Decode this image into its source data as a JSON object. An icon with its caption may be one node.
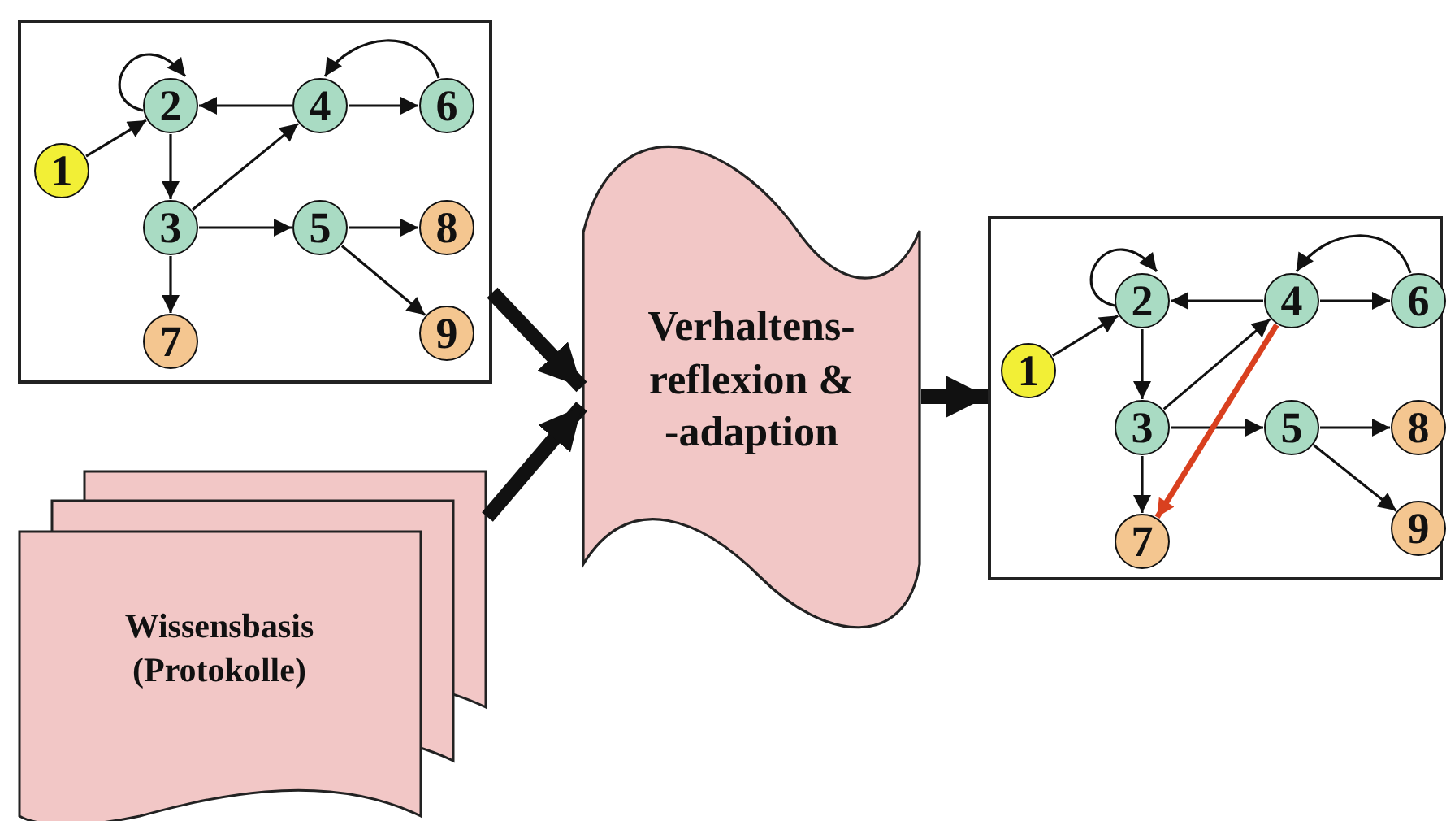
{
  "diagram": {
    "nodes": [
      {
        "text": [],
        "shape": "box"
      },
      {
        "text": [
          "1"
        ],
        "in": 0
      },
      {
        "text": [
          "2"
        ],
        "in": 0
      },
      {
        "text": [
          "4"
        ],
        "in": 0
      },
      {
        "text": [
          "6"
        ],
        "in": 0
      },
      {
        "text": [
          "3"
        ],
        "in": 0
      },
      {
        "text": [
          "5"
        ],
        "in": 0
      },
      {
        "text": [
          "8"
        ],
        "in": 0
      },
      {
        "text": [
          "7"
        ],
        "in": 0
      },
      {
        "text": [
          "9"
        ],
        "in": 0
      },
      {
        "text": [
          "Verhaltens- reflexion & -adaption"
        ]
      },
      {
        "text": [],
        "shape": "box"
      },
      {
        "text": [
          "1"
        ],
        "in": 11
      },
      {
        "text": [
          "2"
        ],
        "in": 11
      },
      {
        "text": [
          "4"
        ],
        "in": 11
      },
      {
        "text": [
          "6"
        ],
        "in": 11
      },
      {
        "text": [
          "3"
        ],
        "in": 11
      },
      {
        "text": [
          "5"
        ],
        "in": 11
      },
      {
        "text": [
          "8"
        ],
        "in": 11
      },
      {
        "text": [
          "7"
        ],
        "in": 11
      },
      {
        "text": [
          "9"
        ],
        "in": 11
      },
      {
        "text": [
          "Wissensbasis (Protokolle)"
        ]
      }
    ],
    "edges": [
      {
        "from": 2,
        "to": 2,
        "arrow": "to"
      },
      {
        "from": 1,
        "to": 2,
        "arrow": "to"
      },
      {
        "from": 3,
        "to": 2,
        "arrow": "to"
      },
      {
        "from": 3,
        "to": 4,
        "arrow": "to"
      },
      {
        "from": 4,
        "to": 3,
        "arrow": "to"
      },
      {
        "from": 2,
        "to": 5,
        "arrow": "to"
      },
      {
        "from": 5,
        "to": 3,
        "arrow": "to"
      },
      {
        "from": 5,
        "to": 6,
        "arrow": "to"
      },
      {
        "from": 6,
        "to": 7,
        "arrow": "to"
      },
      {
        "from": 6,
        "to": 9,
        "arrow": "to"
      },
      {
        "from": 5,
        "to": 8,
        "arrow": "to"
      },
      {
        "from": 13,
        "to": 13,
        "arrow": "to"
      },
      {
        "from": 12,
        "to": 13,
        "arrow": "to"
      },
      {
        "from": 14,
        "to": 13,
        "arrow": "to"
      },
      {
        "from": 14,
        "to": 15,
        "arrow": "to"
      },
      {
        "from": 15,
        "to": 14,
        "arrow": "to"
      },
      {
        "from": 13,
        "to": 16,
        "arrow": "to"
      },
      {
        "from": 16,
        "to": 14,
        "arrow": "to"
      },
      {
        "from": 16,
        "to": 17,
        "arrow": "to"
      },
      {
        "from": 17,
        "to": 18,
        "arrow": "to"
      },
      {
        "from": 17,
        "to": 20,
        "arrow": "to"
      },
      {
        "from": 16,
        "to": 19,
        "arrow": "to"
      },
      {
        "from": 14,
        "to": 19,
        "arrow": "to",
        "style": "thick",
        "color": "#d9401f"
      },
      {
        "from": 0,
        "to": 10,
        "arrow": "to",
        "style": "thick"
      },
      {
        "from": 21,
        "to": 10,
        "arrow": "to",
        "style": "thick"
      },
      {
        "from": 10,
        "to": 11,
        "arrow": "to",
        "style": "thick"
      }
    ]
  }
}
